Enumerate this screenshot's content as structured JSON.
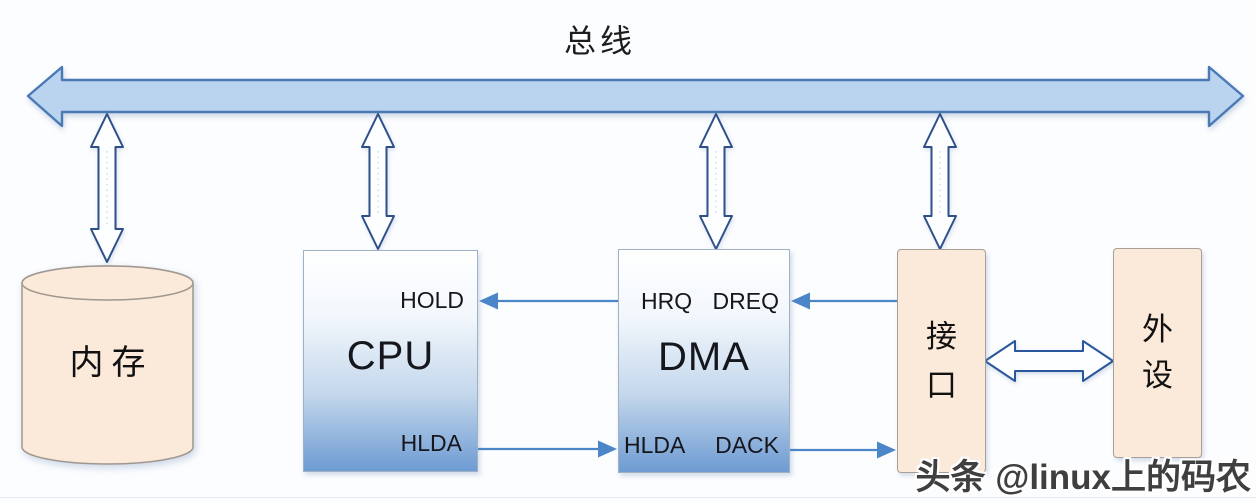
{
  "title": "总线",
  "nodes": {
    "memory": {
      "label": "内存"
    },
    "cpu": {
      "label": "CPU",
      "pin_hold": "HOLD",
      "pin_hlda": "HLDA"
    },
    "dma": {
      "label": "DMA",
      "pin_hrq": "HRQ",
      "pin_dreq": "DREQ",
      "pin_hlda": "HLDA",
      "pin_dack": "DACK"
    },
    "interface": {
      "label": "接口",
      "char_top": "接",
      "char_bottom": "口"
    },
    "peripheral": {
      "label": "外设",
      "char_top": "外",
      "char_bottom": "设"
    }
  },
  "watermark": "头条 @linux上的码农",
  "colors": {
    "bus_fill": "#bad3ee",
    "bus_stroke": "#4a7ab5",
    "connector_outline": "#2d5089",
    "signal_arrow": "#4a86c8",
    "exchange_arrow_outline": "#2a569c",
    "box_gradient_bottom": "#6d9bd2",
    "peach_fill": "#fbe9da",
    "peach_border": "#a89f96",
    "text": "#1a1a1a"
  }
}
